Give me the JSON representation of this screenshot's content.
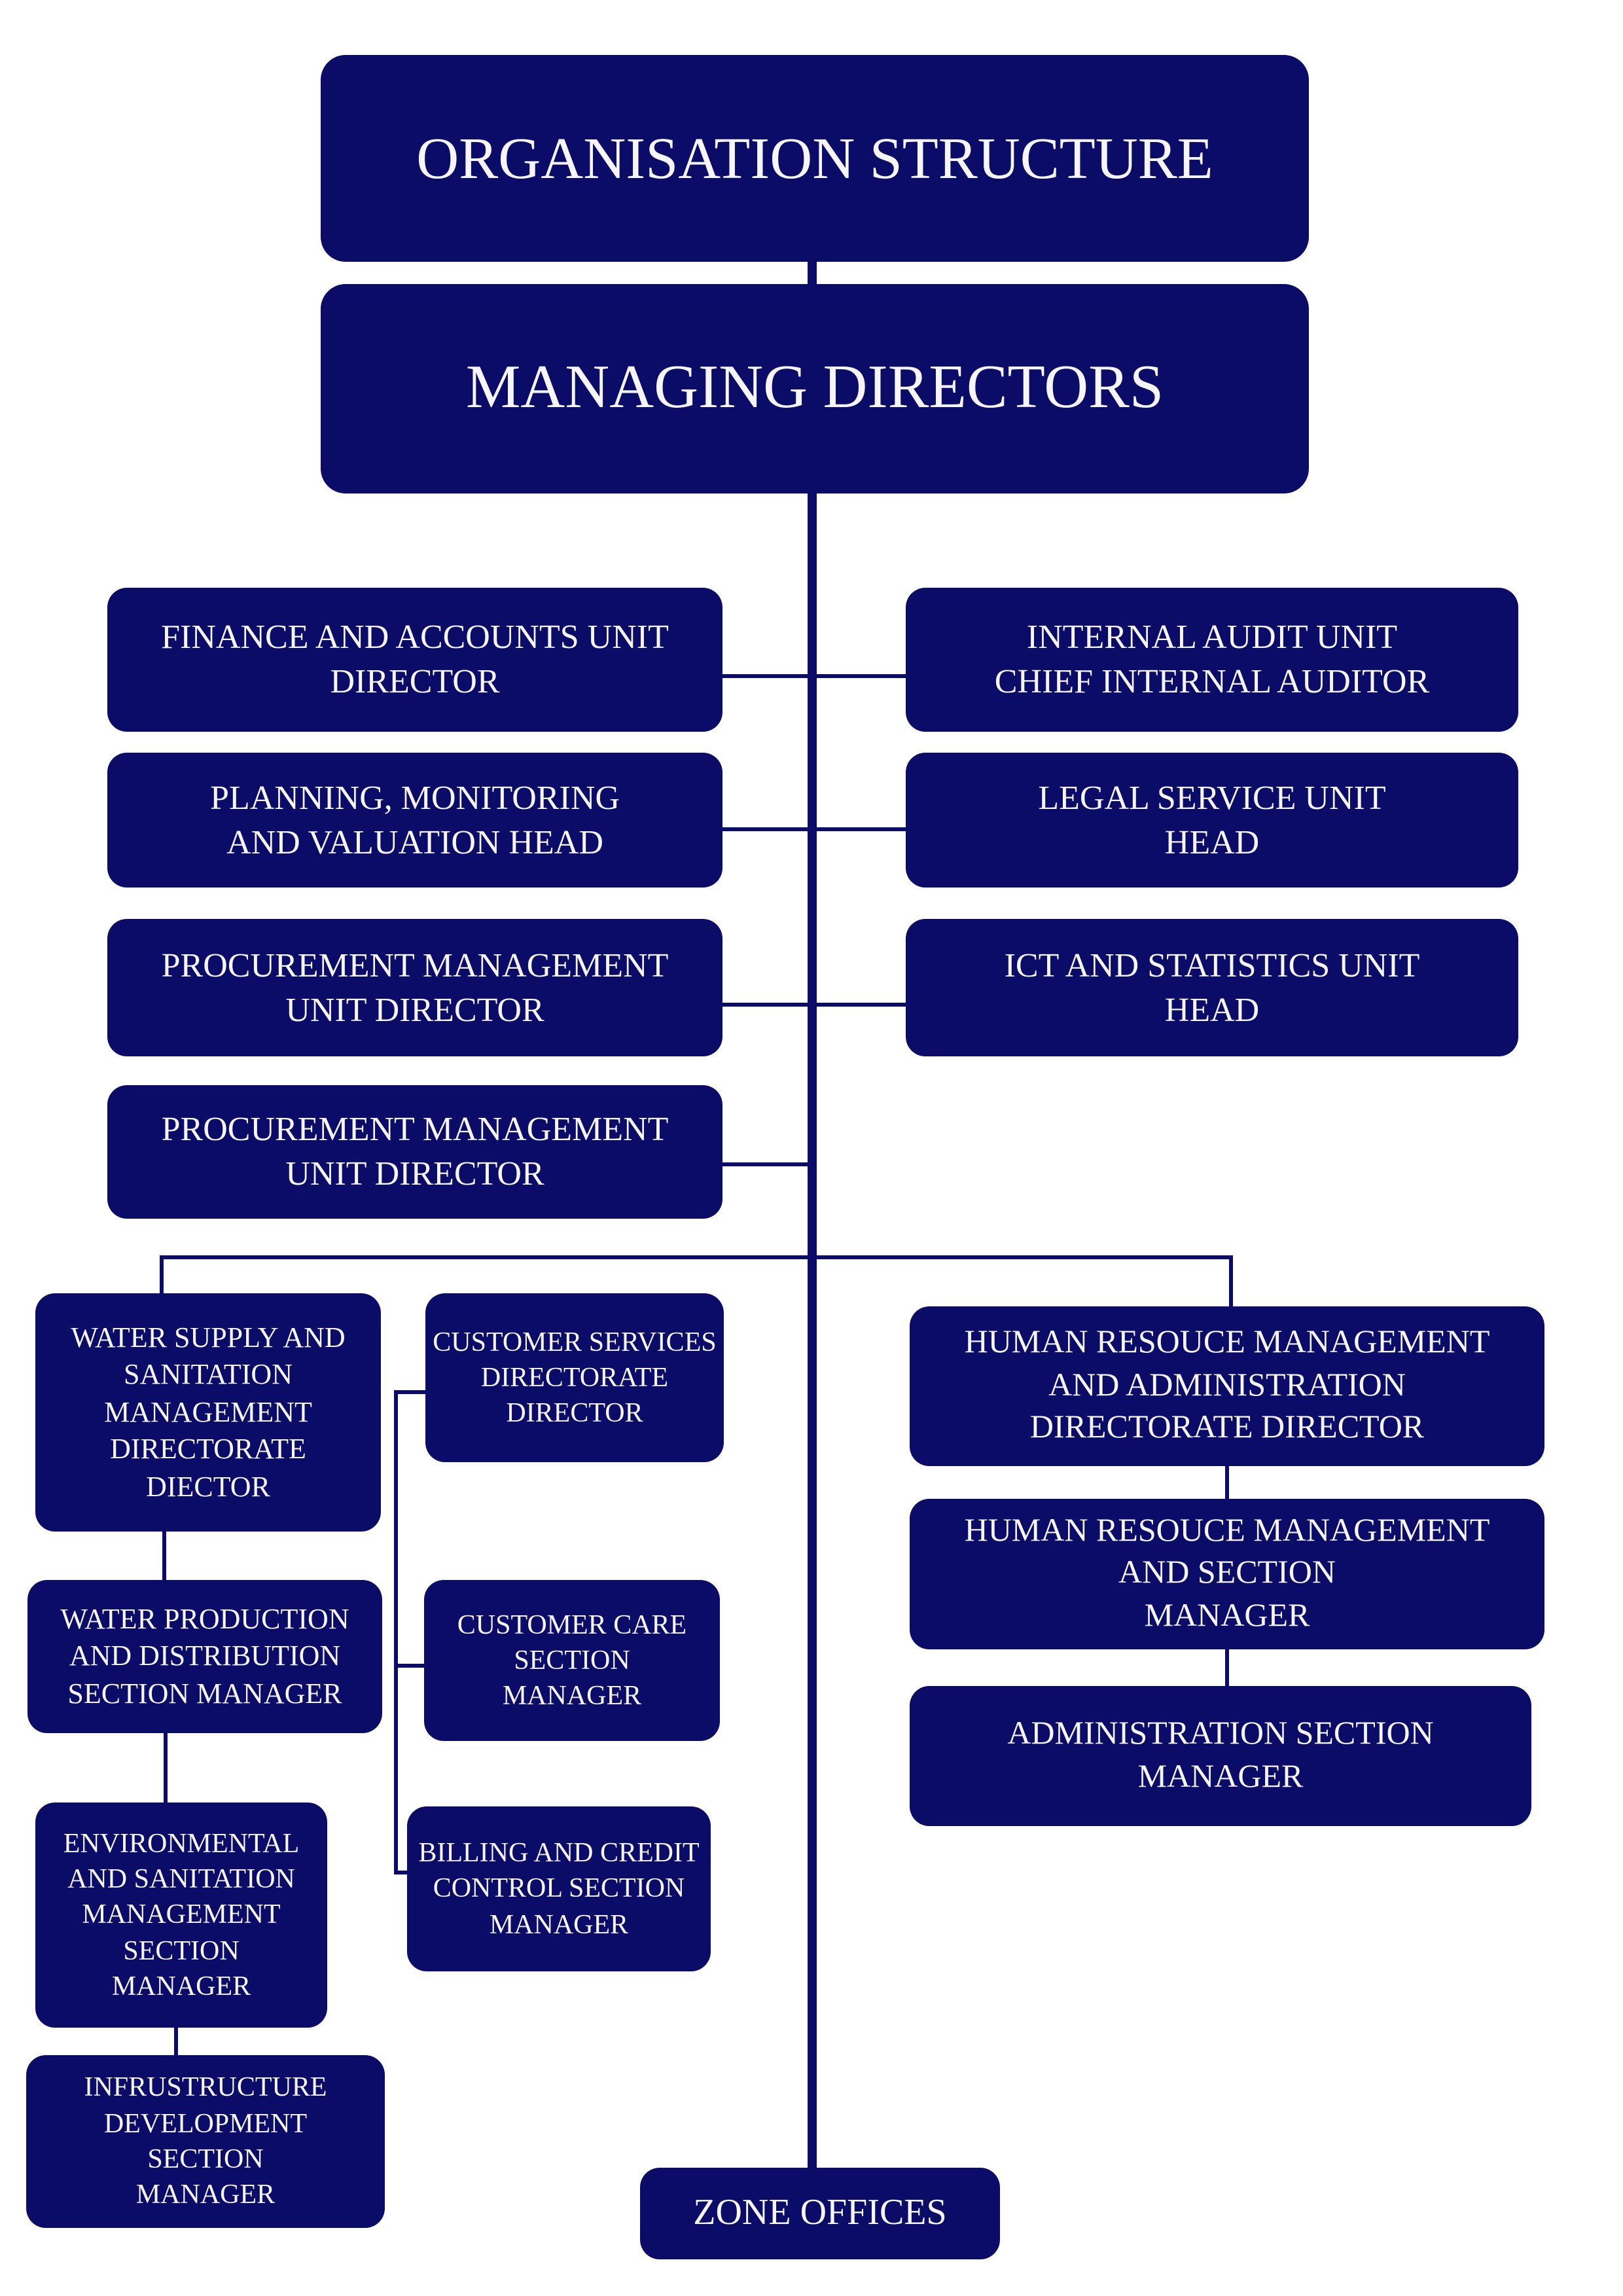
{
  "page": {
    "background": "#ffffff"
  },
  "colors": {
    "node-fill": "#0b0b68",
    "connector": "#0b0b68",
    "node-text": "#f5f5fb"
  },
  "nodes": {
    "title": {
      "label": "ORGANISATION STRUCTURE"
    },
    "managing_directors": {
      "label": "MANAGING DIRECTORS"
    },
    "finance": {
      "label": "FINANCE AND ACCOUNTS UNIT\nDIRECTOR"
    },
    "planning": {
      "label": "PLANNING, MONITORING\nAND VALUATION HEAD"
    },
    "procurement_1": {
      "label": "PROCUREMENT MANAGEMENT\nUNIT DIRECTOR"
    },
    "procurement_2": {
      "label": "PROCUREMENT MANAGEMENT\nUNIT DIRECTOR"
    },
    "internal_audit": {
      "label": "INTERNAL AUDIT UNIT\nCHIEF INTERNAL AUDITOR"
    },
    "legal": {
      "label": "LEGAL SERVICE UNIT\nHEAD"
    },
    "ict": {
      "label": "ICT AND STATISTICS UNIT\nHEAD"
    },
    "water_supply": {
      "label": "WATER SUPPLY AND\nSANITATION\nMANAGEMENT\nDIRECTORATE\nDIECTOR"
    },
    "customer_services": {
      "label": "CUSTOMER SERVICES\nDIRECTORATE\nDIRECTOR"
    },
    "hr_admin": {
      "label": "HUMAN RESOUCE MANAGEMENT\nAND ADMINISTRATION\nDIRECTORATE DIRECTOR"
    },
    "water_production": {
      "label": "WATER PRODUCTION\nAND DISTRIBUTION\nSECTION MANAGER"
    },
    "customer_care": {
      "label": "CUSTOMER CARE\nSECTION\nMANAGER"
    },
    "hr_section": {
      "label": "HUMAN RESOUCE MANAGEMENT\nAND SECTION\nMANAGER"
    },
    "admin_section": {
      "label": "ADMINISTRATION SECTION\nMANAGER"
    },
    "environmental": {
      "label": "ENVIRONMENTAL\nAND SANITATION\nMANAGEMENT\nSECTION\nMANAGER"
    },
    "billing": {
      "label": "BILLING AND CREDIT\nCONTROL SECTION\nMANAGER"
    },
    "infrastructure": {
      "label": "INFRUSTRUCTURE\nDEVELOPMENT\nSECTION\nMANAGER"
    },
    "zone_offices": {
      "label": "ZONE OFFICES"
    }
  }
}
